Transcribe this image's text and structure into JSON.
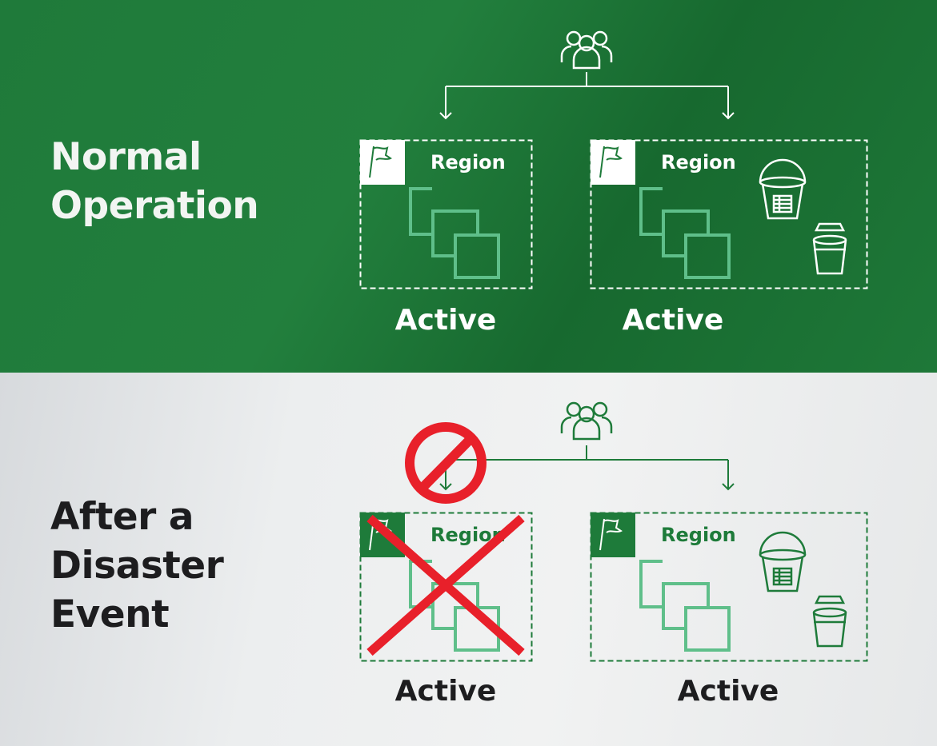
{
  "normal": {
    "title_line1": "Normal",
    "title_line2": "Operation",
    "regions": [
      {
        "label": "Region",
        "status": "Active"
      },
      {
        "label": "Region",
        "status": "Active"
      }
    ]
  },
  "disaster": {
    "title_line1": "After a",
    "title_line2": "Disaster",
    "title_line3": "Event",
    "regions": [
      {
        "label": "Region",
        "status": "Active"
      },
      {
        "label": "Region",
        "status": "Active"
      }
    ]
  },
  "icons": [
    "users-icon",
    "flag-icon",
    "instances-icon",
    "bucket-icon",
    "bucket-with-lid-icon",
    "prohibited-icon",
    "cross-mark-icon"
  ],
  "colors": {
    "green": "#1e7b3a",
    "light_green": "#5fbf8a",
    "red": "#e8202a",
    "white": "#ffffff"
  }
}
